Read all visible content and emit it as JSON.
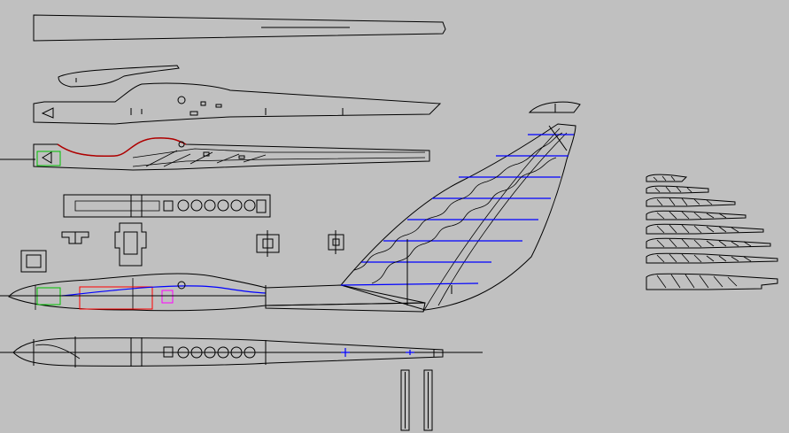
{
  "colors": {
    "background": "#c0c0c0",
    "outline": "#000000",
    "rib_lines": "#0000ff",
    "cutout_red": "#ff0000",
    "cutout_green": "#00c000",
    "cutout_magenta": "#ff00ff"
  },
  "parts": [
    "fuselage-plan-view",
    "fuselage-side-view",
    "fuselage-top-view",
    "fin-rudder",
    "rib-stack",
    "small-formers",
    "servo-tray",
    "boom-rods"
  ]
}
